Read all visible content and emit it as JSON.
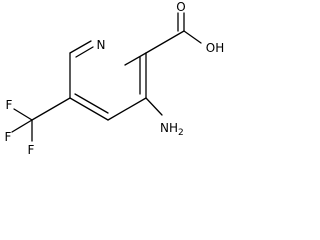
{
  "molecule": {
    "atoms": {
      "ring_nitrogen": "N",
      "carbonyl_oxygen": "O",
      "hydroxyl": "OH",
      "amino": "NH",
      "amino_subscript": "2",
      "fluorine_top": "F",
      "fluorine_left": "F",
      "fluorine_bottom": "F"
    }
  }
}
